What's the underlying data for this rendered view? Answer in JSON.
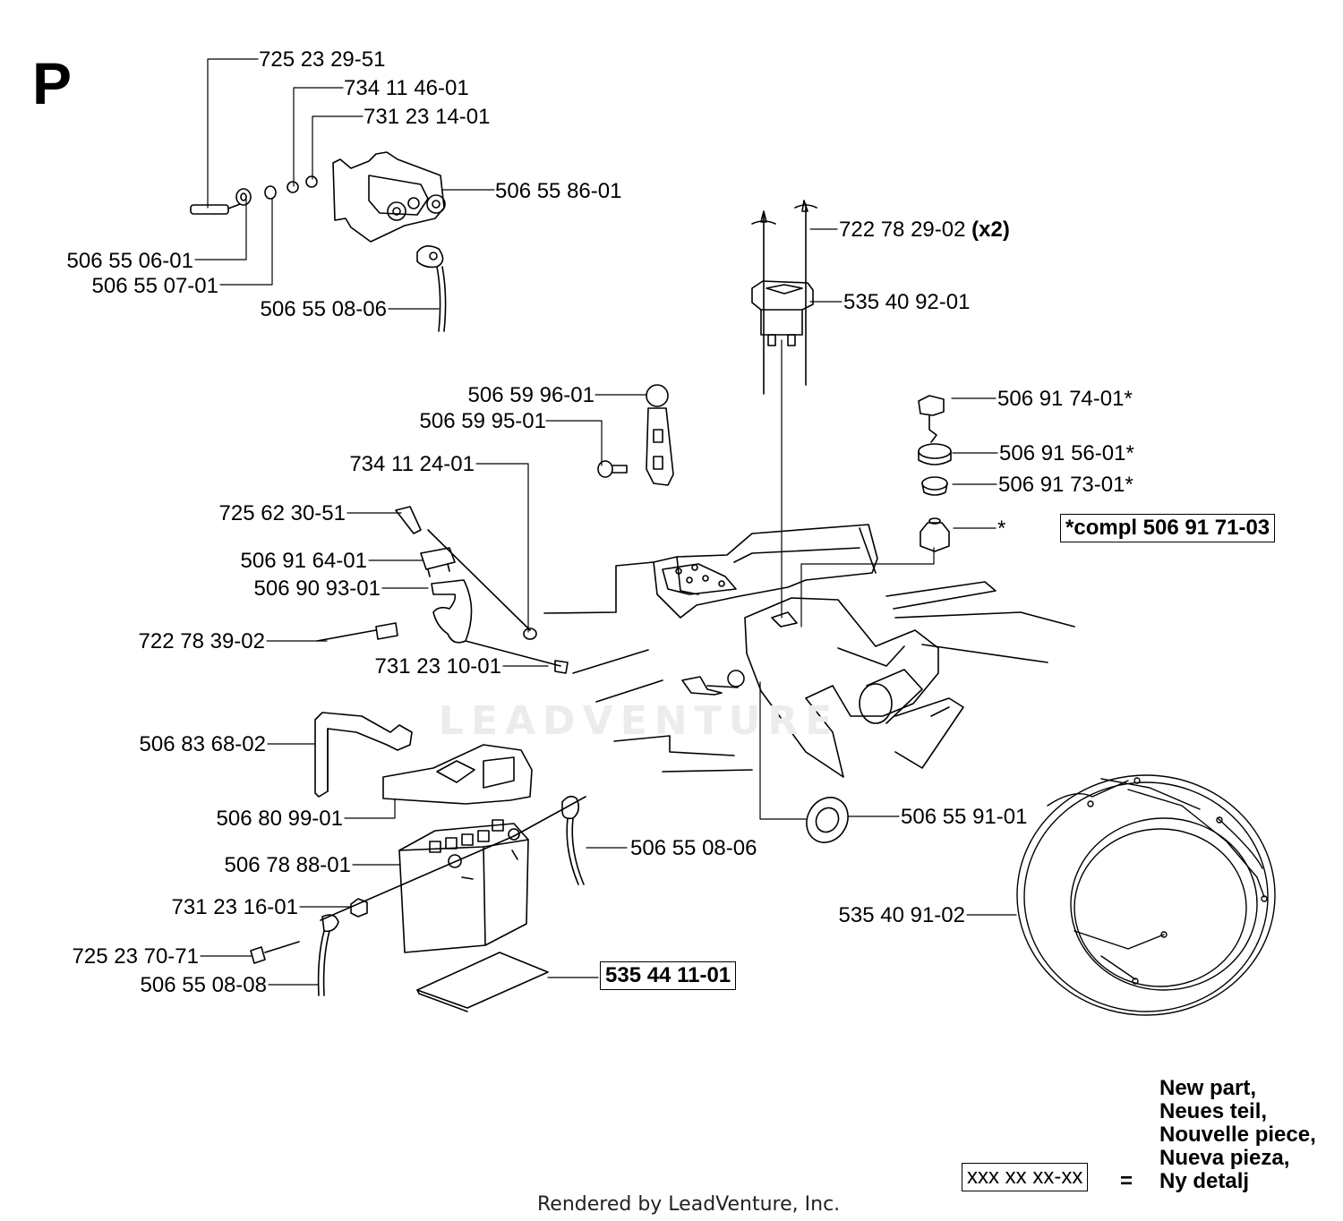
{
  "section_letter": "P",
  "watermark": "LEADVENTURE",
  "footer": "Rendered by LeadVenture, Inc.",
  "callouts": {
    "c1": "725 23 29-51",
    "c2": "734 11 46-01",
    "c3": "731 23 14-01",
    "c4": "506 55 86-01",
    "c5": "506 55 06-01",
    "c6": "506 55 07-01",
    "c7": "506 55 08-06",
    "c8_num": "722 78 29-02",
    "c8_qty": "(x2)",
    "c9": "535 40 92-01",
    "c10": "506 59 96-01",
    "c11": "506 59 95-01",
    "c12": "734 11 24-01",
    "c13": "725 62 30-51",
    "c14": "506 91 64-01",
    "c15": "506 90 93-01",
    "c16": "722 78 39-02",
    "c17": "731 23 10-01",
    "c18": "506 91 74-01*",
    "c19": "506 91 56-01*",
    "c20": "506 91 73-01*",
    "c21": "*",
    "c22": "*compl 506 91 71-03",
    "c23": "506 83 68-02",
    "c24": "506 80 99-01",
    "c25": "506 78 88-01",
    "c26": "731 23 16-01",
    "c27": "725 23 70-71",
    "c28": "506 55 08-08",
    "c29": "535 44 11-01",
    "c30": "506 55 08-06",
    "c31": "506 55 91-01",
    "c32": "535 40 91-02"
  },
  "legend": {
    "box": "xxx xx xx-xx",
    "equals": "=",
    "lines": [
      "New part,",
      "Neues teil,",
      "Nouvelle piece,",
      "Nueva pieza,",
      "Ny detalj"
    ]
  }
}
